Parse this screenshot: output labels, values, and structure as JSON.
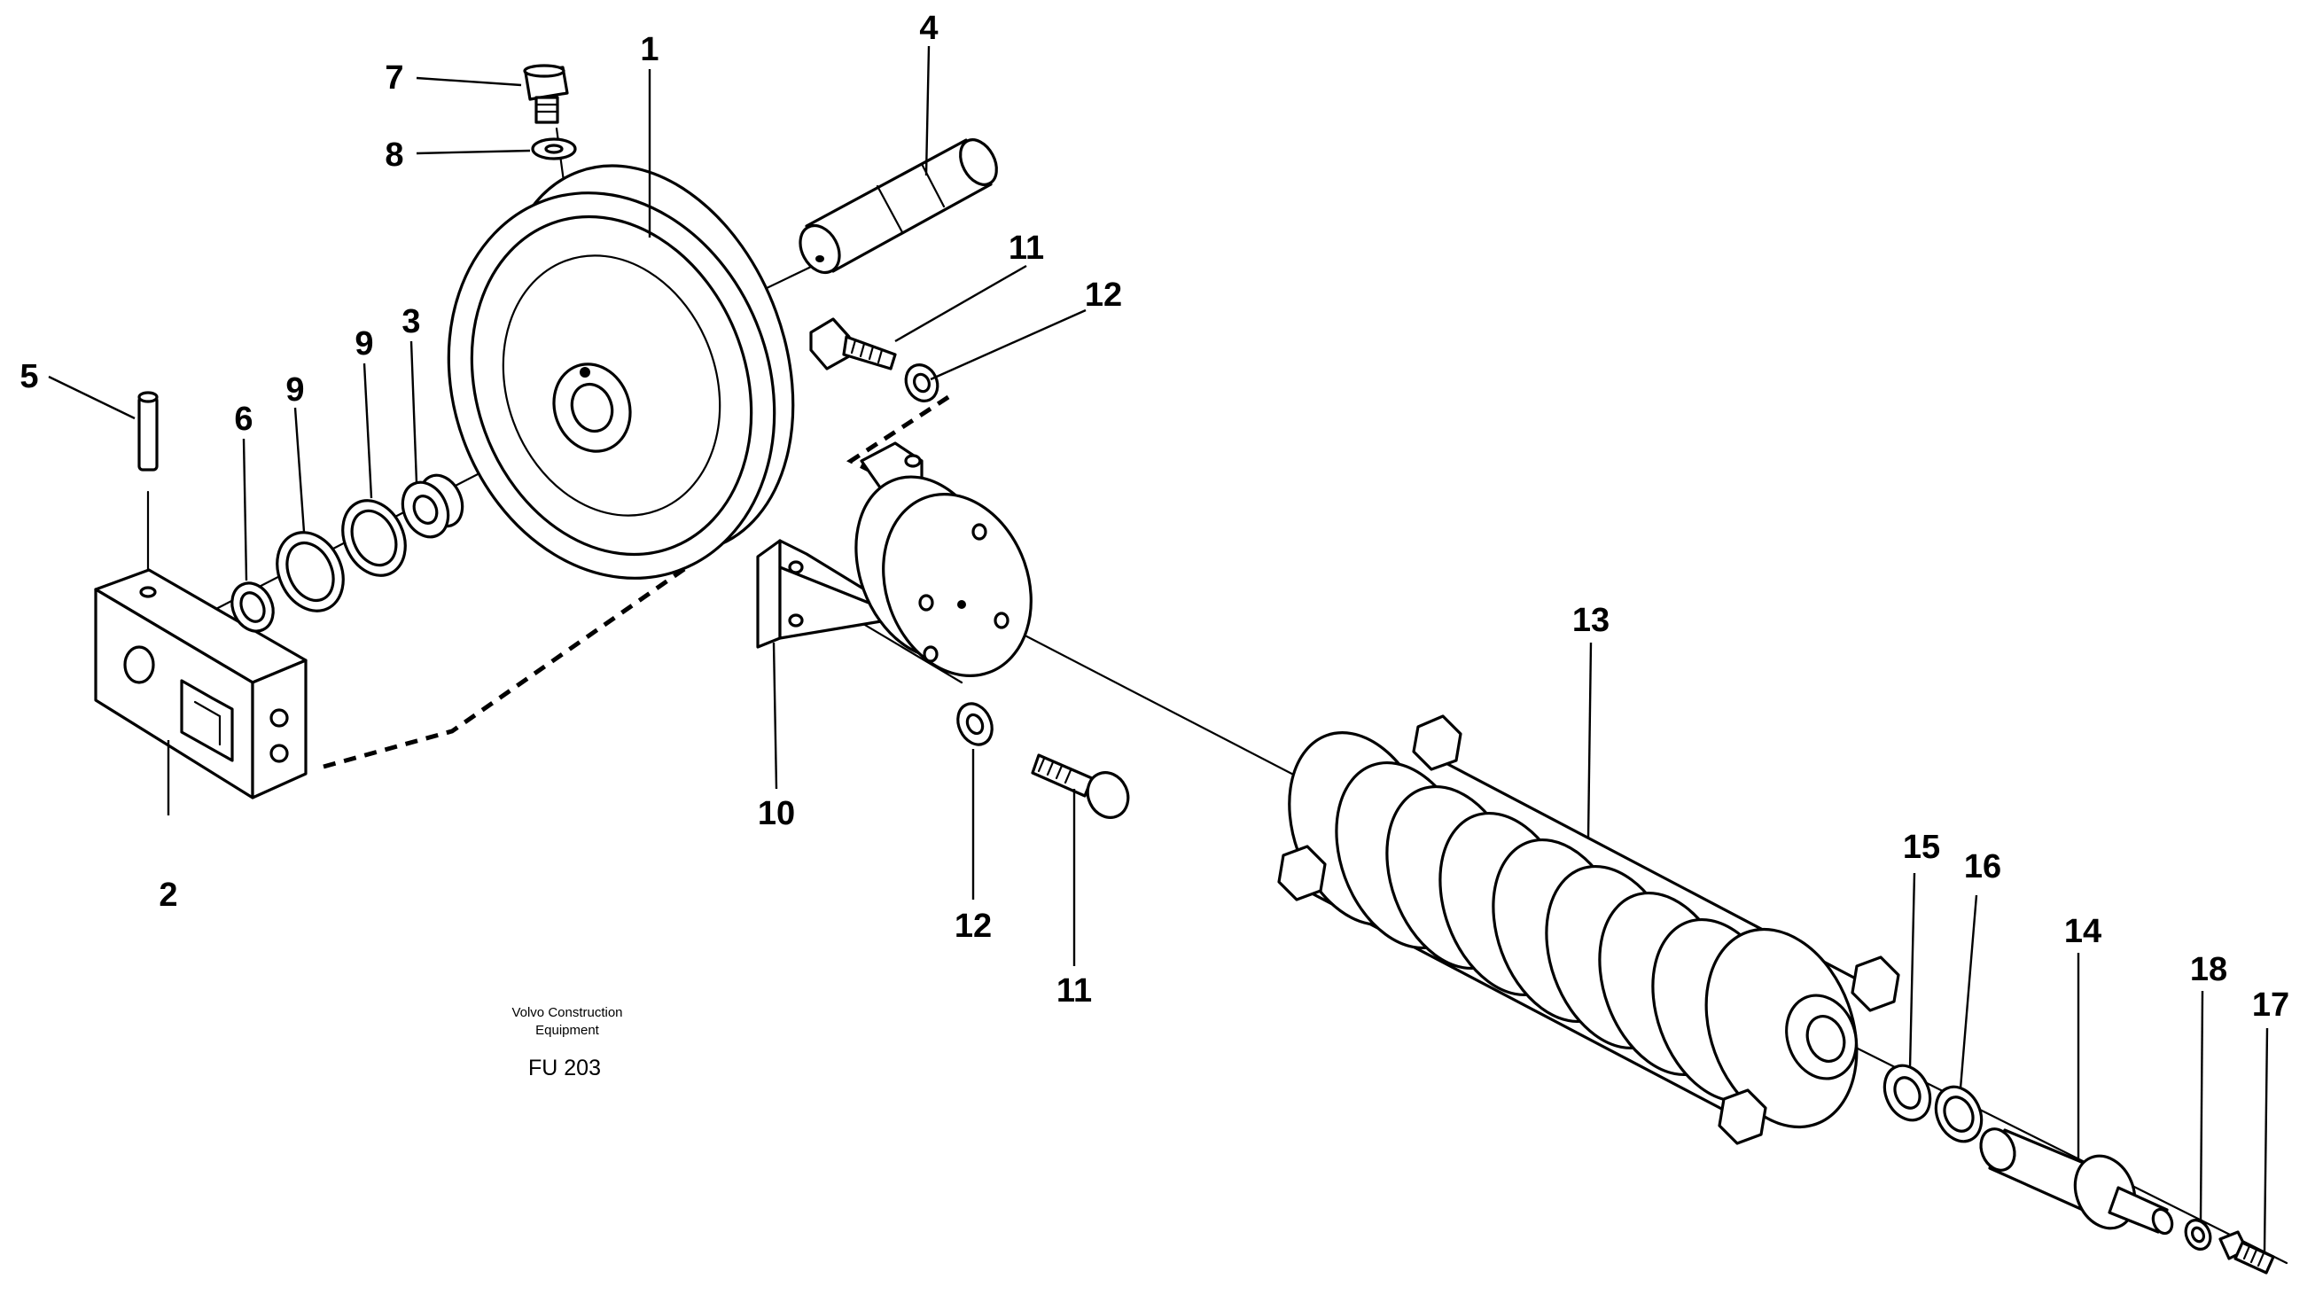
{
  "callouts": [
    {
      "id": "c1",
      "label": "1"
    },
    {
      "id": "c2",
      "label": "2"
    },
    {
      "id": "c3",
      "label": "3"
    },
    {
      "id": "c4",
      "label": "4"
    },
    {
      "id": "c5",
      "label": "5"
    },
    {
      "id": "c6",
      "label": "6"
    },
    {
      "id": "c7",
      "label": "7"
    },
    {
      "id": "c8",
      "label": "8"
    },
    {
      "id": "c9a",
      "label": "9"
    },
    {
      "id": "c9b",
      "label": "9"
    },
    {
      "id": "c10",
      "label": "10"
    },
    {
      "id": "c11a",
      "label": "11"
    },
    {
      "id": "c11b",
      "label": "11"
    },
    {
      "id": "c12a",
      "label": "12"
    },
    {
      "id": "c12b",
      "label": "12"
    },
    {
      "id": "c13",
      "label": "13"
    },
    {
      "id": "c14",
      "label": "14"
    },
    {
      "id": "c15",
      "label": "15"
    },
    {
      "id": "c16",
      "label": "16"
    },
    {
      "id": "c17",
      "label": "17"
    },
    {
      "id": "c18",
      "label": "18"
    }
  ],
  "caption": {
    "line1": "Volvo Construction",
    "line2": "Equipment",
    "code": "FU 203"
  }
}
